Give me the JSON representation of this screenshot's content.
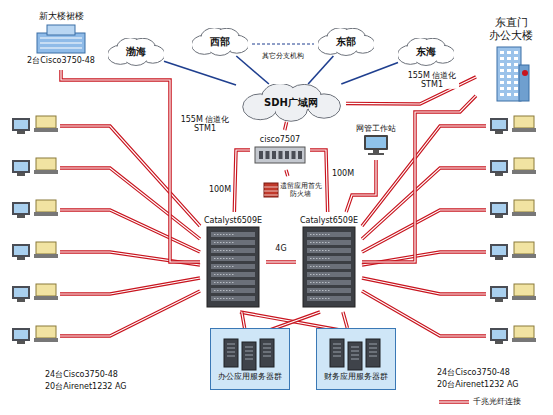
{
  "diagram": {
    "nodes": [
      {
        "text": [
          "新大楼裙楼",
          "2台Cisco3750-48"
        ]
      },
      {
        "text": [
          "渤海"
        ]
      },
      {
        "text": [
          "西部"
        ]
      },
      {
        "text": [
          "东部"
        ]
      },
      {
        "text": [
          "东海"
        ]
      },
      {
        "text": [
          "SDH广域网"
        ]
      },
      {
        "text": [
          "东直门 办公大楼"
        ]
      },
      {
        "text": [
          "cisco7507"
        ]
      },
      {
        "text": [
          "遗留应用首先防火墙"
        ]
      },
      {
        "text": [
          "网管工作站"
        ]
      },
      {
        "text": [
          "Catalyst6509E"
        ]
      },
      {
        "text": [
          "Catalyst6509E"
        ]
      },
      {
        "text": [
          "办公应用服务器群"
        ]
      },
      {
        "text": [
          "财务应用服务器群"
        ]
      }
    ],
    "edges": [
      {
        "from": 1,
        "to": 5,
        "arrow": "none"
      },
      {
        "from": 2,
        "to": 5,
        "arrow": "none"
      },
      {
        "from": 3,
        "to": 5,
        "arrow": "none"
      },
      {
        "from": 4,
        "to": 5,
        "arrow": "none"
      },
      {
        "from": 5,
        "to": 7,
        "arrow": "none",
        "label": "155M 信道化STM1"
      },
      {
        "from": 5,
        "to": 6,
        "arrow": "none",
        "label": "155M 信道化STM1"
      },
      {
        "from": 7,
        "to": 8,
        "arrow": "none"
      },
      {
        "from": 7,
        "to": 10,
        "arrow": "none",
        "label": "100M"
      },
      {
        "from": 7,
        "to": 11,
        "arrow": "none",
        "label": "100M"
      },
      {
        "from": 10,
        "to": 11,
        "arrow": "none",
        "label": "4G"
      },
      {
        "from": 10,
        "to": 12,
        "arrow": "none"
      },
      {
        "from": 11,
        "to": 13,
        "arrow": "none"
      },
      {
        "from": 0,
        "to": 10,
        "arrow": "none"
      },
      {
        "from": 6,
        "to": 11,
        "arrow": "none"
      },
      {
        "from": 9,
        "to": 11,
        "arrow": "none"
      }
    ],
    "labels": [
      "其它分支机构",
      "24台Cisco3750-48",
      "20台Airenet1232 AG",
      "24台Cisco3750-48",
      "20台Airenet1232 AG"
    ],
    "legend": [
      {
        "text": "千兆光纤连接"
      }
    ]
  }
}
